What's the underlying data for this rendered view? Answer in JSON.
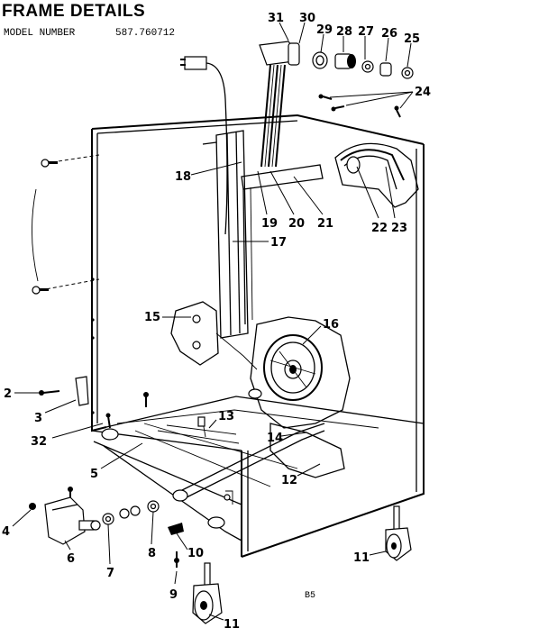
{
  "header": {
    "title": "FRAME DETAILS",
    "model_label": "MODEL NUMBER",
    "model_number": "587.760712"
  },
  "page_code": "B5",
  "callouts": {
    "c31": "31",
    "c30": "30",
    "c29": "29",
    "c28": "28",
    "c27": "27",
    "c26": "26",
    "c25": "25",
    "c24": "24",
    "c18": "18",
    "c19": "19",
    "c20": "20",
    "c21": "21",
    "c22": "22",
    "c23": "23",
    "c17": "17",
    "c15": "15",
    "c16": "16",
    "c2": "2",
    "c3": "3",
    "c13": "13",
    "c32": "32",
    "c14": "14",
    "c5": "5",
    "c12": "12",
    "c4": "4",
    "c6": "6",
    "c7": "7",
    "c8": "8",
    "c10": "10",
    "c9": "9",
    "c11a": "11",
    "c11b": "11"
  }
}
